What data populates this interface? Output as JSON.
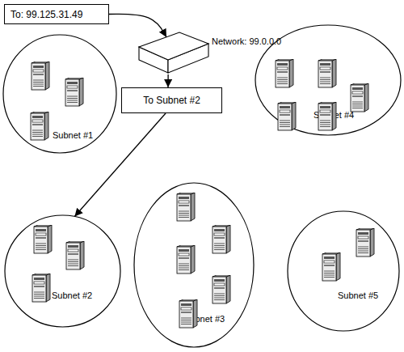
{
  "diagram": {
    "nodes": [
      {
        "text": [
          "To: 99.125.31.49"
        ]
      },
      {
        "text": [
          "Network: 99.0.0.0"
        ]
      },
      {
        "text": [
          "Subnet #1"
        ]
      },
      {
        "text": [
          "To Subnet #2"
        ]
      },
      {
        "text": [
          "Subnet #4"
        ]
      },
      {
        "text": [
          "Subnet #2"
        ]
      },
      {
        "text": [
          "Subnet #3"
        ]
      },
      {
        "text": [
          "Subnet #5"
        ]
      }
    ],
    "edges": [
      {
        "from": 0,
        "to": 1,
        "arrow": "to"
      },
      {
        "from": 1,
        "to": 3,
        "arrow": "to"
      },
      {
        "from": 3,
        "to": 5,
        "arrow": "to"
      }
    ]
  }
}
